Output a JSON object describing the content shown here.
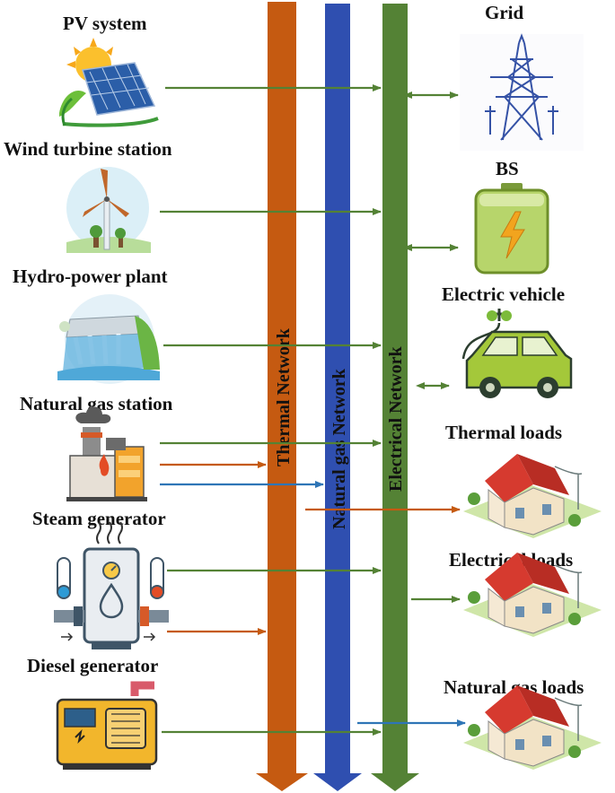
{
  "sources": [
    {
      "id": "pv",
      "label": "PV system"
    },
    {
      "id": "wind",
      "label": "Wind turbine station"
    },
    {
      "id": "hydro",
      "label": "Hydro-power plant"
    },
    {
      "id": "gas",
      "label": "Natural gas station"
    },
    {
      "id": "steam",
      "label": "Steam generator"
    },
    {
      "id": "diesel",
      "label": "Diesel generator"
    }
  ],
  "buses": {
    "thermal": "Thermal Network",
    "gas": "Natural gas Network",
    "electrical": "Electrical Network"
  },
  "sinks": [
    {
      "id": "grid",
      "label": "Grid"
    },
    {
      "id": "bs",
      "label": "BS"
    },
    {
      "id": "ev",
      "label": "Electric vehicle"
    },
    {
      "id": "thermal_loads",
      "label": "Thermal loads"
    },
    {
      "id": "electrical_loads",
      "label": "Electrical loads"
    },
    {
      "id": "gas_loads",
      "label": "Natural gas loads"
    }
  ],
  "colors": {
    "thermal": "#c55a11",
    "gas": "#2f4fb0",
    "electrical": "#548235",
    "electric_line": "#548235",
    "thermal_line": "#c55a11",
    "gas_line": "#2e75b6"
  },
  "icons": [
    "sun-solar-panel-icon",
    "wind-turbine-icon",
    "hydro-dam-icon",
    "gas-station-factory-icon",
    "steam-boiler-icon",
    "diesel-generator-icon",
    "transmission-tower-icon",
    "battery-icon",
    "electric-car-icon",
    "house-icon"
  ]
}
